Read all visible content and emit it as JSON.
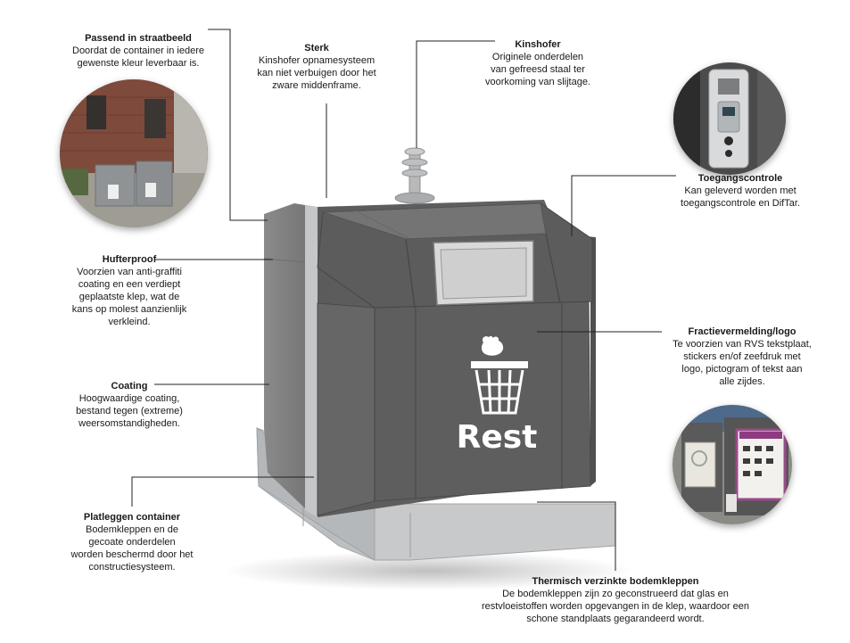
{
  "annotations": {
    "passend": {
      "title": "Passend in straatbeeld",
      "lines": [
        "Doordat de container in iedere",
        "gewenste kleur leverbaar is."
      ]
    },
    "sterk": {
      "title": "Sterk",
      "lines": [
        "Kinshofer opnamesysteem",
        "kan niet verbuigen door het",
        "zware middenframe."
      ]
    },
    "kinshofer": {
      "title": "Kinshofer",
      "lines": [
        "Originele onderdelen",
        "van gefreesd staal ter",
        "voorkoming van slijtage."
      ]
    },
    "toegang": {
      "title": "Toegangscontrole",
      "lines": [
        "Kan geleverd worden met",
        "toegangscontrole en DifTar."
      ]
    },
    "hufterproof": {
      "title": "Hufterproof",
      "lines": [
        "Voorzien van anti-graffiti",
        "coating en een verdiept",
        "geplaatste klep, wat de",
        "kans op molest aanzienlijk",
        "verkleind."
      ]
    },
    "fractie": {
      "title": "Fractievermelding/logo",
      "lines": [
        "Te voorzien van RVS tekstplaat,",
        "stickers en/of zeefdruk met",
        "logo, pictogram of tekst aan",
        "alle zijdes."
      ]
    },
    "coating": {
      "title": "Coating",
      "lines": [
        "Hoogwaardige coating,",
        "bestand tegen (extreme)",
        "weersomstandigheden."
      ]
    },
    "platleggen": {
      "title": "Platleggen container",
      "lines": [
        "Bodemkleppen en de",
        "gecoate onderdelen",
        "worden beschermd door het",
        "constructiesysteem."
      ]
    },
    "thermisch": {
      "title": "Thermisch verzinkte bodemkleppen",
      "lines": [
        "De bodemkleppen zijn zo geconstrueerd dat glas en",
        "restvloeistoffen worden opgevangen in de klep, waardoor een",
        "schone standplaats gegarandeerd wordt."
      ]
    }
  },
  "container": {
    "label": "Rest"
  },
  "icons": [
    "waste-basket-icon",
    "trash-bag-icon"
  ],
  "colors": {
    "body": "#5a5a5a",
    "body_light": "#6b6b6b",
    "galvanized": "#c9cbcc",
    "line": "#222222"
  }
}
